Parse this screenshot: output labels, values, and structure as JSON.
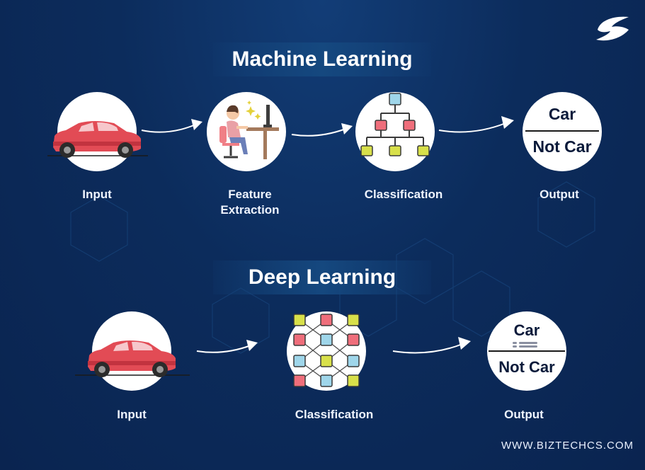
{
  "ml": {
    "title": "Machine Learning",
    "steps": [
      "Input",
      "Feature\nExtraction",
      "Classification",
      "Output"
    ],
    "output_top": "Car",
    "output_bottom": "Not Car"
  },
  "dl": {
    "title": "Deep Learning",
    "steps": [
      "Input",
      "Classification",
      "Output"
    ],
    "output_top": "Car",
    "output_bottom": "Not Car"
  },
  "footer": {
    "website": "WWW.BIZTECHCS.COM"
  },
  "colors": {
    "background": "#0c2c5c",
    "car_body": "#e24b55",
    "node_red": "#ef6e7b",
    "node_yellow": "#d8e04a",
    "node_blue": "#9fd6ea"
  },
  "icons": [
    "car-icon",
    "person-at-desk-icon",
    "tree-classifier-icon",
    "neural-network-icon",
    "arrow-icon",
    "logo-icon"
  ]
}
